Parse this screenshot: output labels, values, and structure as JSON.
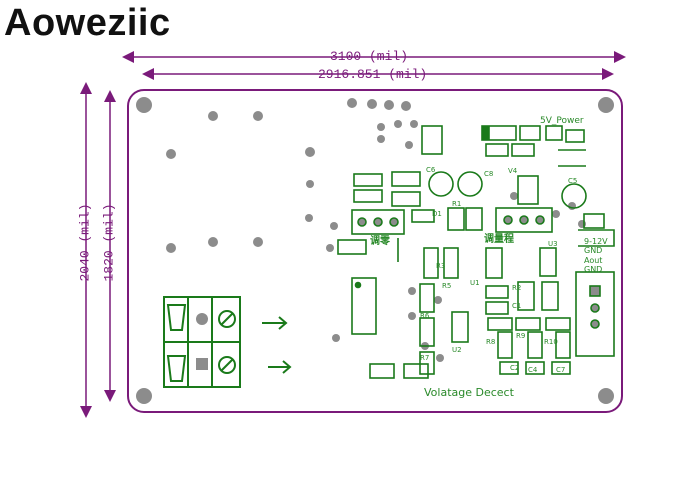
{
  "brand": {
    "name": "Aoweziic"
  },
  "dimensions": {
    "outer_width": "3100 (mil)",
    "inner_width": "2916.851 (mil)",
    "outer_height": "2040 (mil)",
    "inner_height": "1820 (mil)"
  },
  "board": {
    "title": "Volatage Decect",
    "labels": {
      "power": "5V_Power",
      "zero_adj": "调零",
      "gain_adj": "调量程",
      "c6": "C6",
      "c8": "C8",
      "c5": "C5",
      "d1": "D1",
      "r1": "R1",
      "v4": "V4",
      "u3": "U3",
      "r2": "R2",
      "c1": "C1",
      "r3": "R3",
      "r5": "R5",
      "r6": "R6",
      "r7": "R7",
      "r8": "R8",
      "r9": "R9",
      "r10": "R10",
      "c2": "C2",
      "c4": "C4",
      "c7": "C7",
      "u1": "U1",
      "u2": "U2",
      "pwr_in": "9-12V",
      "gnd1": "GND",
      "aout": "Aout",
      "gnd2": "GND"
    },
    "colors": {
      "outline": "#7a1a7a",
      "silkscreen": "#1a7a1a",
      "hole": "#8c8c8c"
    }
  }
}
